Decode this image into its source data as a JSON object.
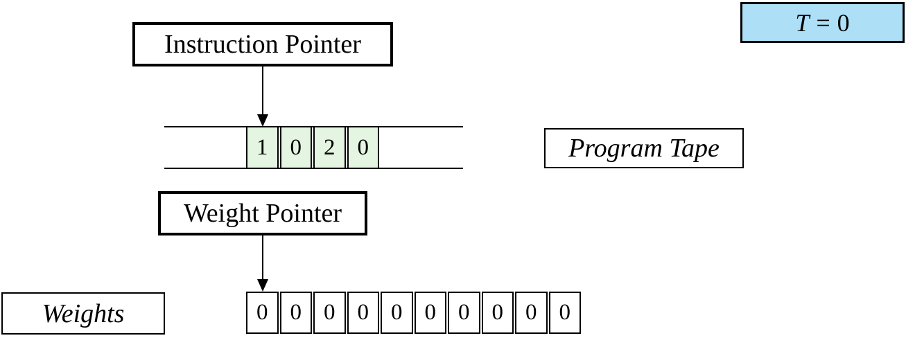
{
  "diagram": {
    "instruction_pointer": {
      "label": "Instruction Pointer"
    },
    "weight_pointer": {
      "label": "Weight Pointer"
    },
    "program_tape": {
      "label": "Program Tape",
      "cells": [
        "1",
        "0",
        "2",
        "0"
      ]
    },
    "weights": {
      "label": "Weights",
      "cells": [
        "0",
        "0",
        "0",
        "0",
        "0",
        "0",
        "0",
        "0",
        "0",
        "0"
      ]
    },
    "time": {
      "variable": "T",
      "equals": "=",
      "value": "0"
    },
    "colors": {
      "program_cell_bg": "#e4f5e2",
      "time_box_bg": "#ade0f7",
      "line": "#000000"
    }
  }
}
